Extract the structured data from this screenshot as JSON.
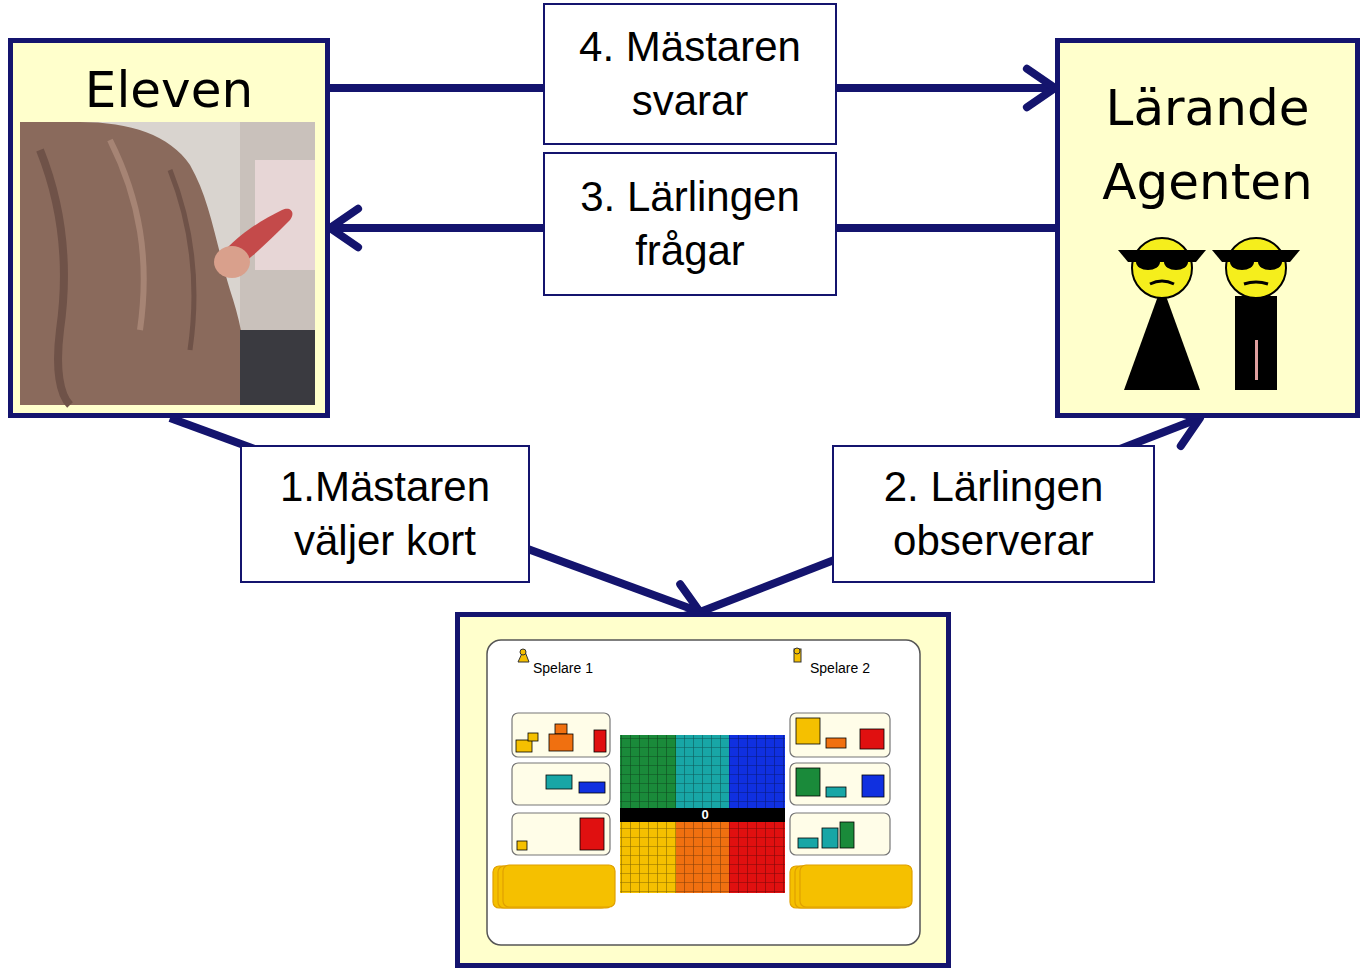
{
  "diagram": {
    "nodes": [
      {
        "text": [
          "Eleven"
        ]
      },
      {
        "text": [
          "Lärande Agenten"
        ]
      },
      {
        "text": [
          "Spelare 1",
          "Spelare 2",
          "0"
        ]
      }
    ],
    "edges": [
      {
        "from": 0,
        "to": 1,
        "arrow": "to",
        "label": "4. Mästaren svarar"
      },
      {
        "from": 1,
        "to": 0,
        "arrow": "to",
        "label": "3. Lärlingen frågar"
      },
      {
        "from": 0,
        "to": 2,
        "arrow": "to",
        "label": "1.Mästaren väljer kort"
      },
      {
        "from": 2,
        "to": 1,
        "arrow": "to",
        "label": "2. Lärlingen observerar"
      }
    ]
  }
}
